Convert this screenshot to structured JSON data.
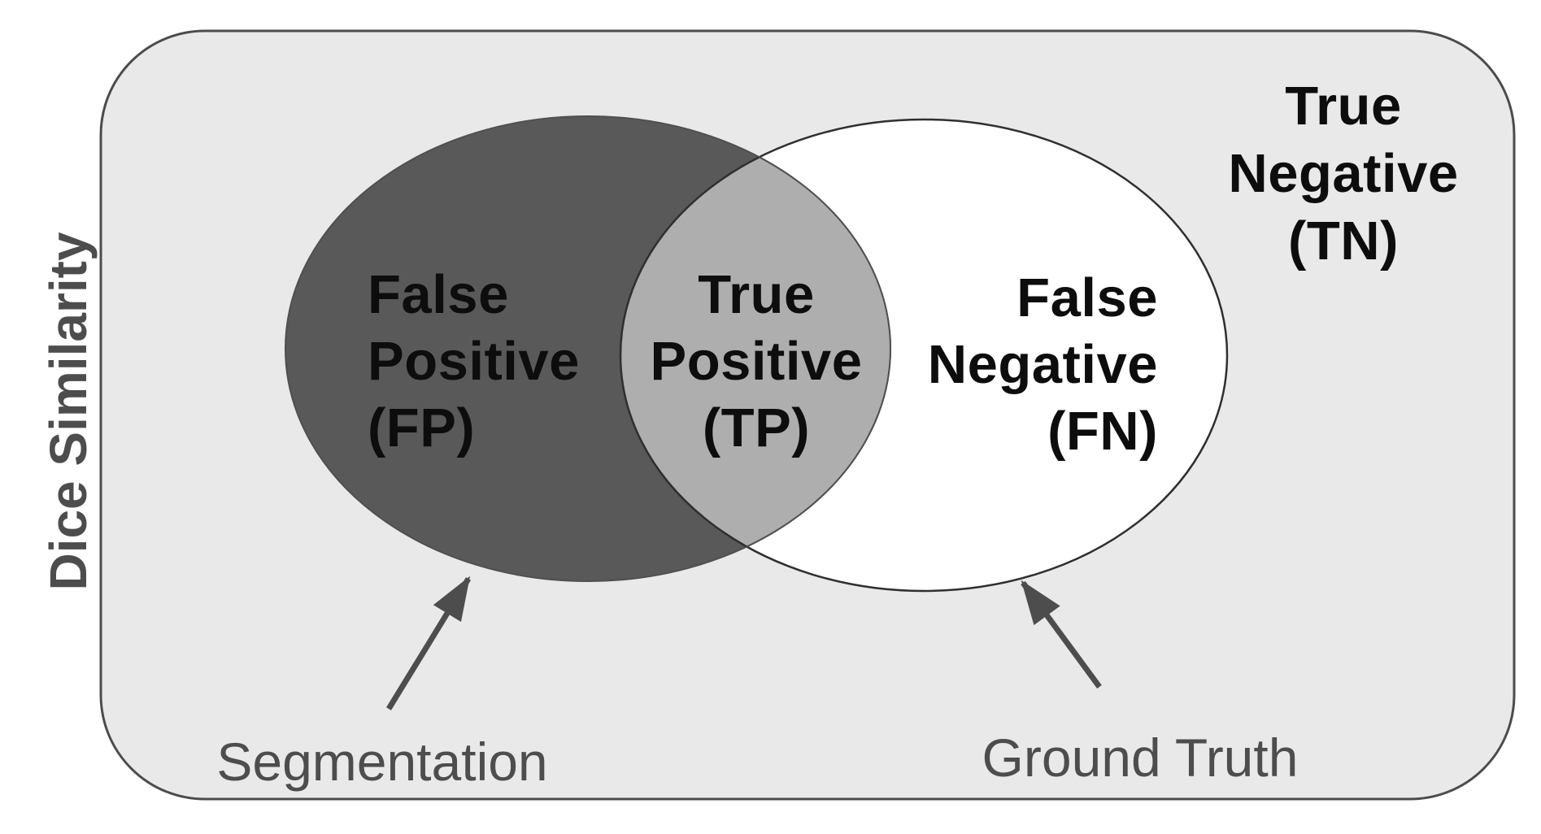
{
  "diagram": {
    "side_title": "Dice Similarity",
    "regions": {
      "fp": {
        "lines": [
          "False",
          "Positive",
          "(FP)"
        ]
      },
      "tp": {
        "lines": [
          "True",
          "Positive",
          "(TP)"
        ]
      },
      "fn": {
        "lines": [
          "False",
          "Negative",
          "(FN)"
        ]
      },
      "tn": {
        "lines": [
          "True",
          "Negative",
          "(TN)"
        ]
      }
    },
    "annotations": {
      "segmentation": "Segmentation",
      "ground_truth": "Ground Truth"
    },
    "colors": {
      "canvas_bg": "#ffffff",
      "panel_fill": "#e9e9e9",
      "panel_stroke": "#4c4c4c",
      "segmentation_circle_fill": "#595959",
      "overlap_fill": "#aeaeae",
      "ground_truth_circle_fill": "#ffffff",
      "circle_outline": "#2f2f2f",
      "region_label_color": "#0d0d0d",
      "annotation_color": "#4d4d4d"
    }
  }
}
